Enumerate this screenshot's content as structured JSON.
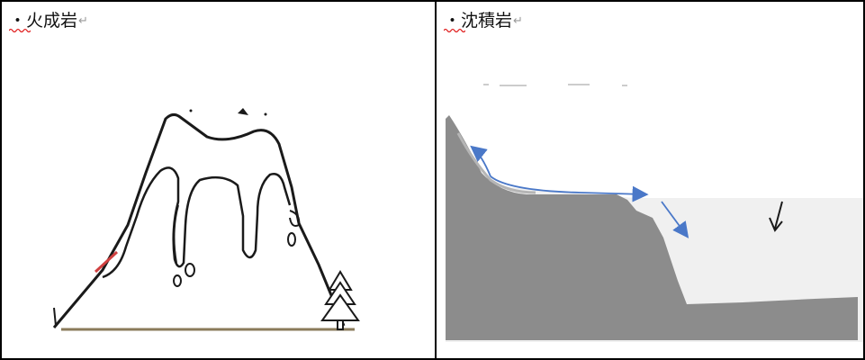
{
  "cells": [
    {
      "heading": {
        "bullet": "・",
        "title": "火成岩",
        "return_mark": "↵"
      },
      "illustration": "volcano"
    },
    {
      "heading": {
        "bullet": "・",
        "title": "沈積岩",
        "return_mark": "↵"
      },
      "illustration": "sedimentation"
    }
  ],
  "colors": {
    "border": "#000000",
    "volcano_outline": "#1a1a1a",
    "lava_edge": "#d04040",
    "seabed": "#8c8c8c",
    "water": "#f0f0f0",
    "arrow": "#4a78c8",
    "spellcheck": "#e02020"
  }
}
